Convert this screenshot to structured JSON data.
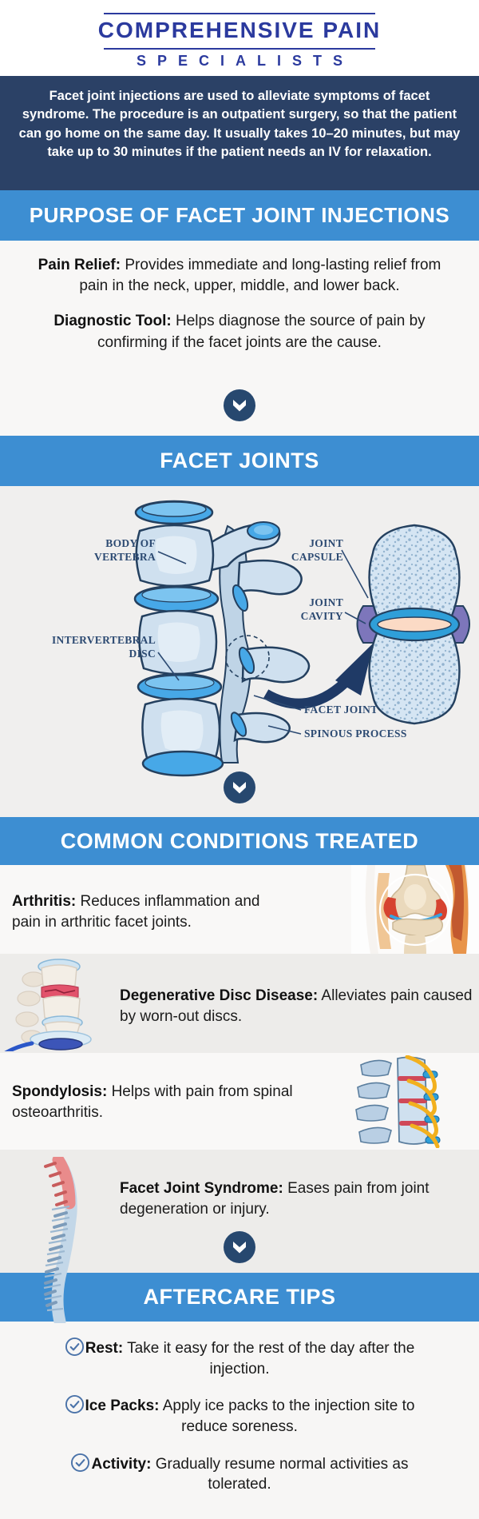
{
  "logo": {
    "title": "COMPREHENSIVE PAIN",
    "subtitle": "SPECIALISTS"
  },
  "intro": {
    "text": "Facet joint injections are used to alleviate symptoms of facet syndrome. The procedure is an outpatient surgery, so that the patient can go home on the same day. It usually takes 10–20 minutes, but may take up to 30 minutes if the patient needs an IV for relaxation."
  },
  "purpose": {
    "title": "PURPOSE OF FACET JOINT INJECTIONS",
    "items": [
      {
        "label": "Pain Relief:",
        "text": "Provides immediate and long-lasting relief from pain in the neck, upper, middle, and lower back."
      },
      {
        "label": "Diagnostic Tool:",
        "text": "Helps diagnose the source of pain by confirming if the facet joints are the cause."
      }
    ]
  },
  "facet_joints": {
    "title": "FACET JOINTS",
    "diagram_labels": {
      "body_of_vertebra": "BODY OF VERTEBRA",
      "intervertebral_disc": "INTERVERTEBRAL DISC",
      "joint_capsule": "JOINT CAPSULE",
      "joint_cavity": "JOINT CAVITY",
      "facet_joint": "FACET JOINT",
      "spinous_process": "SPINOUS PROCESS"
    }
  },
  "conditions": {
    "title": "COMMON CONDITIONS TREATED",
    "items": [
      {
        "label": "Arthritis:",
        "text": "Reduces inflammation and pain in arthritic facet joints."
      },
      {
        "label": "Degenerative Disc Disease:",
        "text": "Alleviates pain caused by worn-out discs."
      },
      {
        "label": "Spondylosis:",
        "text": "Helps with pain from spinal osteoarthritis."
      },
      {
        "label": "Facet Joint Syndrome:",
        "text": "Eases pain from joint degeneration or injury."
      }
    ]
  },
  "aftercare": {
    "title": "AFTERCARE TIPS",
    "items": [
      {
        "label": "Rest:",
        "text": "Take it easy for the rest of the day after the injection."
      },
      {
        "label": "Ice Packs:",
        "text": "Apply ice packs to the injection site to reduce soreness."
      },
      {
        "label": "Activity:",
        "text": "Gradually resume normal activities as tolerated."
      }
    ]
  },
  "icons": {
    "section_divider": "chevron-down-icon",
    "tip_bullet": "check-circle-icon"
  },
  "colors": {
    "logo_blue": "#2b3a9e",
    "intro_navy": "#2b4166",
    "band_blue": "#3d8ed2",
    "icon_navy": "#27486f",
    "diagram_label_navy": "#2c4a72",
    "check_blue": "#4b73a9",
    "body_text": "#1b1b1b",
    "bone_pale_blue": "#cfe0ef",
    "disc_blue": "#47a8e7",
    "capsule_purple": "#7d76bb",
    "cavity_peach": "#fbdac5"
  }
}
